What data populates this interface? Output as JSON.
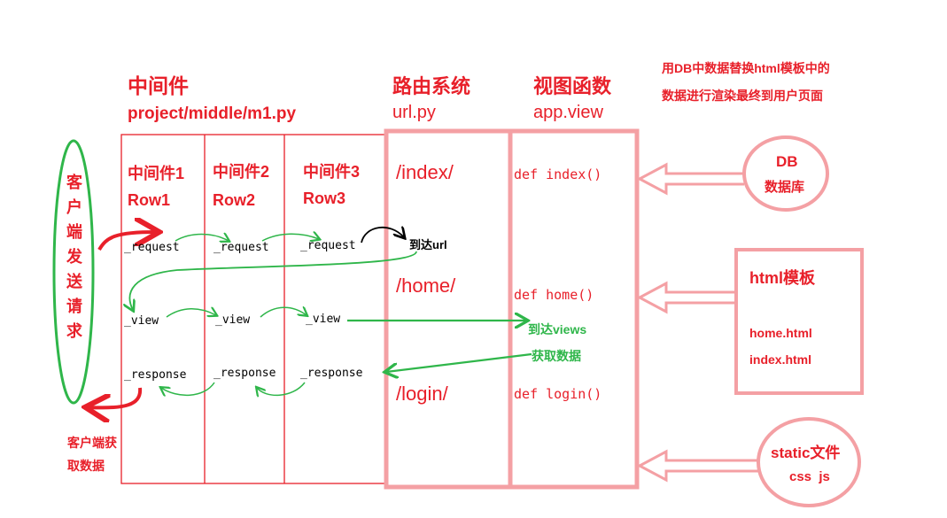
{
  "middleware": {
    "title": "中间件",
    "path": "project/middle/m1.py",
    "columns": [
      {
        "name": "中间件1",
        "row": "Row1"
      },
      {
        "name": "中间件2",
        "row": "Row2"
      },
      {
        "name": "中间件3",
        "row": "Row3"
      }
    ],
    "request_label": "_request",
    "view_label": "_view",
    "response_label": "_response"
  },
  "client": {
    "label": "客户端发送请求",
    "chars": [
      "客",
      "户",
      "端",
      "发",
      "送",
      "请",
      "求"
    ],
    "receive_line1": "客户端获",
    "receive_line2": "取数据"
  },
  "routing": {
    "title": "路由系统",
    "file": "url.py",
    "routes": [
      "/index/",
      "/home/",
      "/login/"
    ]
  },
  "views": {
    "title": "视图函数",
    "file": "app.view",
    "defs": [
      "def index()",
      "def home()",
      "def login()"
    ]
  },
  "annotations": {
    "to_url": "到达url",
    "to_views": "到达views",
    "get_data": "获取数据"
  },
  "note": {
    "line1": "用DB中数据替换html模板中的",
    "line2": "数据进行渲染最终到用户页面"
  },
  "db": {
    "line1": "DB",
    "line2": "数据库"
  },
  "templates": {
    "title": "html模板",
    "files": [
      "home.html",
      "index.html"
    ]
  },
  "static_files": {
    "line1": "static文件",
    "line2": "css  js"
  },
  "colors": {
    "red": "#e8202a",
    "green": "#2fb64a",
    "pink": "#f4a0a4",
    "black": "#000000"
  }
}
